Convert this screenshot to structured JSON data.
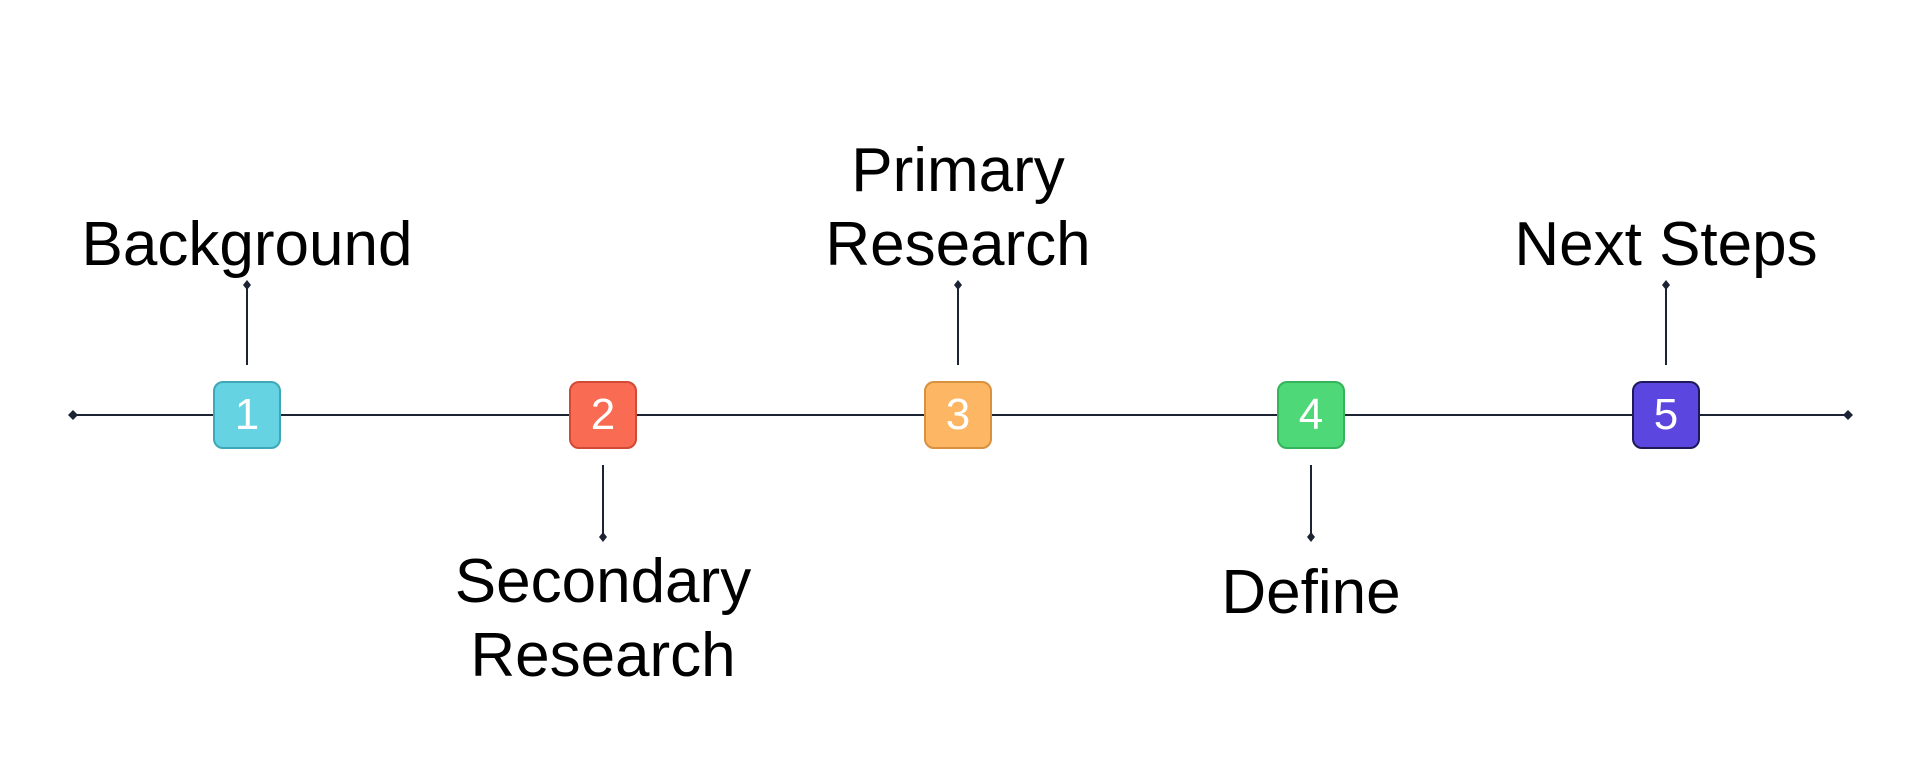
{
  "milestones": [
    {
      "number": "1",
      "label": "Background",
      "color": "#65d3e1",
      "border": "#3ea8b6"
    },
    {
      "number": "2",
      "label": "Secondary\nResearch",
      "color": "#fa6b54",
      "border": "#d04a35"
    },
    {
      "number": "3",
      "label": "Primary\nResearch",
      "color": "#fdb764",
      "border": "#d8913f"
    },
    {
      "number": "4",
      "label": "Define",
      "color": "#4ed878",
      "border": "#34b55b"
    },
    {
      "number": "5",
      "label": "Next Steps",
      "color": "#5b47e0",
      "border": "#1e1a5a"
    }
  ],
  "colors": {
    "line": "#1c2333",
    "text": "#000000"
  }
}
